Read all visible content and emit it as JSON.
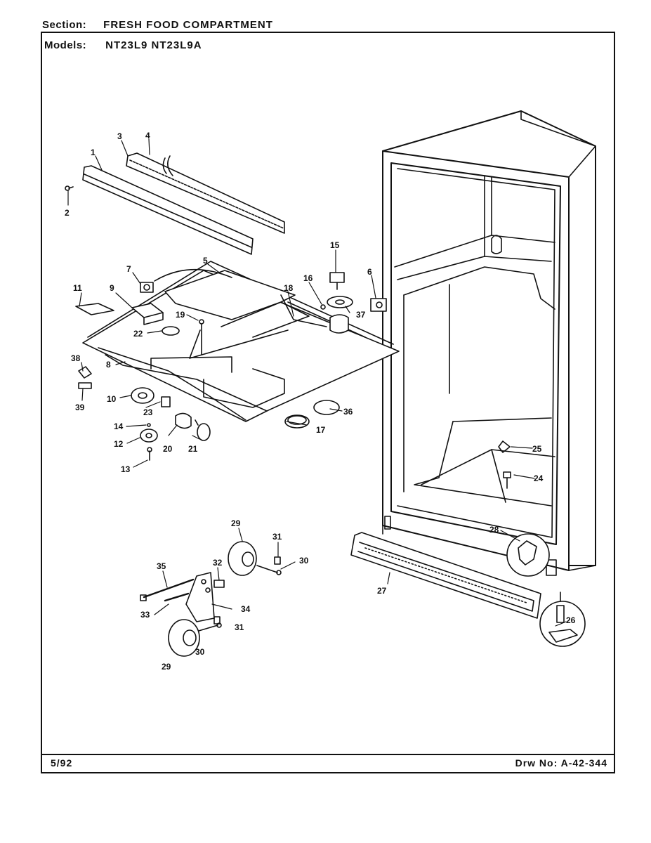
{
  "header": {
    "section_label": "Section:",
    "section_value": "FRESH FOOD COMPARTMENT",
    "models_label": "Models:",
    "models_value": "NT23L9  NT23L9A"
  },
  "footer": {
    "date": "5/92",
    "drawing_number": "Drw No: A-42-344"
  },
  "callouts": {
    "c1": "1",
    "c2": "2",
    "c3": "3",
    "c4": "4",
    "c5": "5",
    "c6": "6",
    "c7": "7",
    "c8": "8",
    "c9": "9",
    "c10": "10",
    "c11": "11",
    "c12": "12",
    "c13": "13",
    "c14": "14",
    "c15": "15",
    "c16": "16",
    "c17": "17",
    "c18": "18",
    "c19": "19",
    "c20": "20",
    "c21": "21",
    "c22": "22",
    "c23": "23",
    "c24": "24",
    "c25": "25",
    "c26": "26",
    "c27": "27",
    "c28": "28",
    "c29": "29",
    "c30": "30",
    "c31": "31",
    "c32": "32",
    "c33": "33",
    "c34": "34",
    "c35": "35",
    "c36": "36",
    "c37": "37",
    "c38": "38",
    "c39": "39"
  }
}
